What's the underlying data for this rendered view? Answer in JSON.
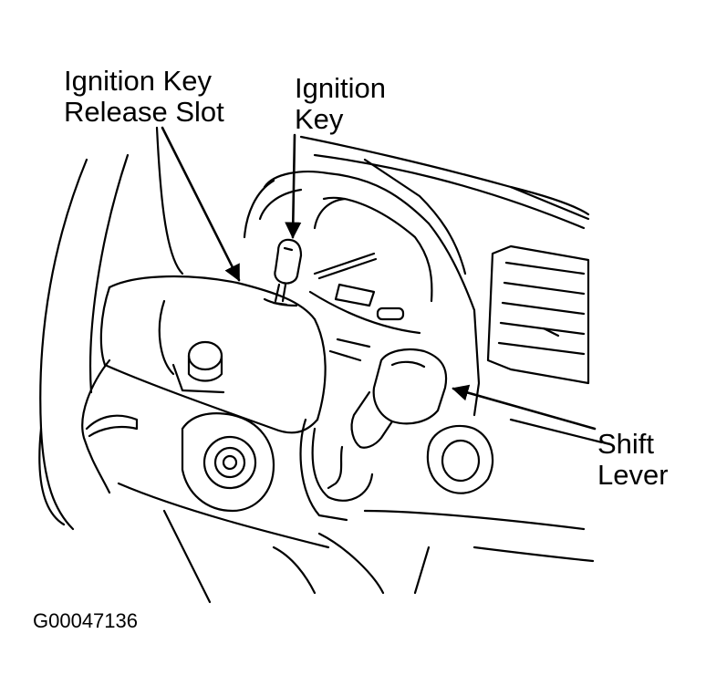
{
  "labels": {
    "release_slot": [
      "Ignition Key",
      "Release Slot"
    ],
    "ignition_key": [
      "Ignition",
      "Key"
    ],
    "shift_lever": [
      "Shift",
      "Lever"
    ]
  },
  "figure_id": "G00047136",
  "colors": {
    "line": "#000000",
    "background": "#ffffff"
  }
}
